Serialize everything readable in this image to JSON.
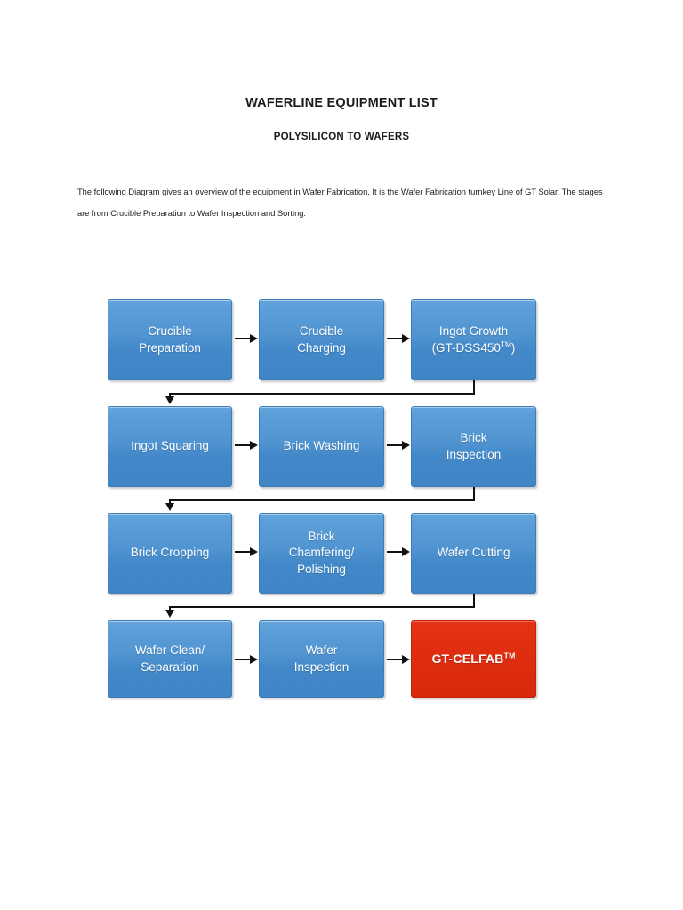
{
  "document": {
    "title": "WAFERLINE EQUIPMENT LIST",
    "subtitle": "POLYSILICON TO WAFERS",
    "intro": "The following Diagram gives an overview of the equipment in Wafer Fabrication. It is the Wafer Fabrication turnkey Line of GT Solar. The stages are from Crucible Preparation to Wafer Inspection and Sorting."
  },
  "colors": {
    "node_blue_top": "#63a4db",
    "node_blue_bottom": "#3f85c5",
    "node_red": "#e02d10",
    "node_text": "#ffffff",
    "connector": "#111111",
    "page_background": "#ffffff",
    "body_text": "#1b1b1b"
  },
  "diagram": {
    "type": "process-flowchart",
    "flow_direction": "left-to-right, wrapping by row (serpentine return to left)",
    "rows": [
      {
        "row_index": 1,
        "nodes": [
          {
            "id": "crucible-preparation",
            "line1": "Crucible",
            "line2": "Preparation",
            "style": "blue"
          },
          {
            "id": "crucible-charging",
            "line1": "Crucible",
            "line2": "Charging",
            "style": "blue"
          },
          {
            "id": "ingot-growth",
            "line1": "Ingot Growth",
            "line2": "(GT-DSS450",
            "line2_tm": "TM",
            "line2_tail": ")",
            "style": "blue"
          }
        ]
      },
      {
        "row_index": 2,
        "nodes": [
          {
            "id": "ingot-squaring",
            "line1": "Ingot Squaring",
            "line2": "",
            "style": "blue"
          },
          {
            "id": "brick-washing",
            "line1": "Brick Washing",
            "line2": "",
            "style": "blue"
          },
          {
            "id": "brick-inspection",
            "line1": "Brick",
            "line2": "Inspection",
            "style": "blue"
          }
        ]
      },
      {
        "row_index": 3,
        "nodes": [
          {
            "id": "brick-cropping",
            "line1": "Brick Cropping",
            "line2": "",
            "style": "blue"
          },
          {
            "id": "brick-chamfering-polishing",
            "line1": "Brick",
            "line2": "Chamfering/",
            "line3": "Polishing",
            "style": "blue"
          },
          {
            "id": "wafer-cutting",
            "line1": "Wafer Cutting",
            "line2": "",
            "style": "blue"
          }
        ]
      },
      {
        "row_index": 4,
        "nodes": [
          {
            "id": "wafer-clean-separation",
            "line1": "Wafer Clean/",
            "line2": "Separation",
            "style": "blue"
          },
          {
            "id": "wafer-inspection",
            "line1": "Wafer",
            "line2": "Inspection",
            "style": "blue"
          },
          {
            "id": "gt-celfab",
            "line1": "GT-CELFAB",
            "line1_tm": "TM",
            "style": "red"
          }
        ]
      }
    ],
    "node_labels": {
      "r1c1_l1": "Crucible",
      "r1c1_l2": "Preparation",
      "r1c2_l1": "Crucible",
      "r1c2_l2": "Charging",
      "r1c3_l1": "Ingot Growth",
      "r1c3_l2a": "(GT-DSS450",
      "r1c3_tm": "TM",
      "r1c3_l2b": ")",
      "r2c1": "Ingot Squaring",
      "r2c2": "Brick Washing",
      "r2c3_l1": "Brick",
      "r2c3_l2": "Inspection",
      "r3c1": "Brick Cropping",
      "r3c2_l1": "Brick",
      "r3c2_l2": "Chamfering/",
      "r3c2_l3": "Polishing",
      "r3c3": "Wafer Cutting",
      "r4c1_l1": "Wafer Clean/",
      "r4c1_l2": "Separation",
      "r4c2_l1": "Wafer",
      "r4c2_l2": "Inspection",
      "r4c3": "GT-CELFAB",
      "r4c3_tm": "TM"
    }
  }
}
